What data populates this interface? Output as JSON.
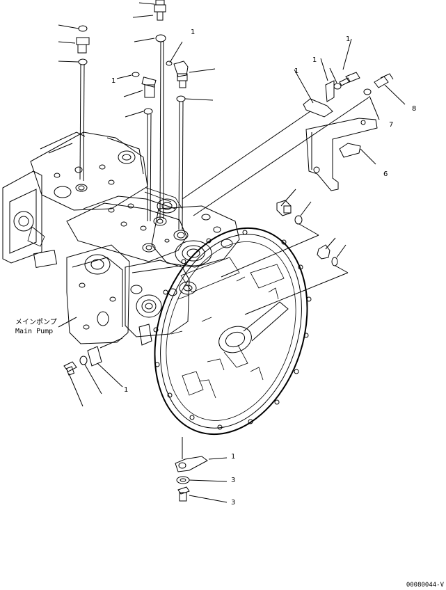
{
  "part_label": {
    "japanese": "メインポンプ",
    "english": "Main Pump"
  },
  "callouts": {
    "c_top_right_1": "1",
    "c_top_right_2": "1",
    "c_upper_mid": "1",
    "c_left_small": "1",
    "c_right_8": "8",
    "c_right_7": "7",
    "c_right_6": "6",
    "c_right_1": "1",
    "c_lower_left": "1",
    "c_bottom_1": "1",
    "c_bottom_2": "3",
    "c_bottom_3": "3"
  },
  "drawing_code": "00080044-V"
}
